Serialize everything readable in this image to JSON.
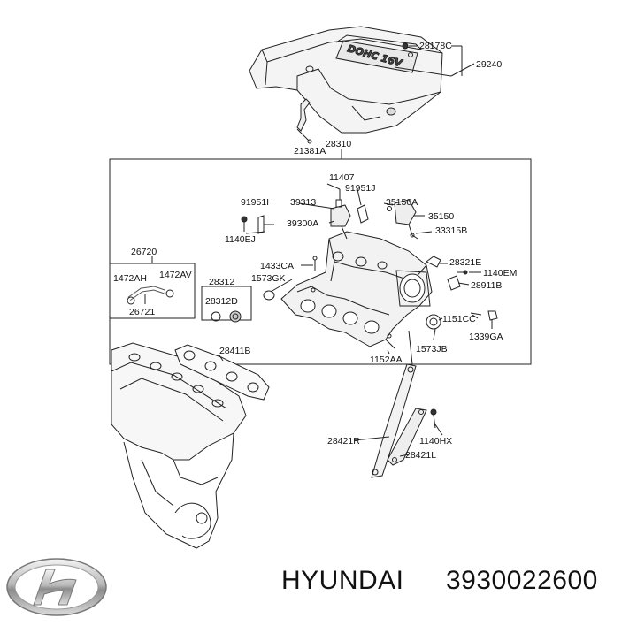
{
  "diagram": {
    "cover_text": "DOHC 16V",
    "labels": {
      "p28178C": "28178C",
      "p29240": "29240",
      "p21381A": "21381A",
      "p28310": "28310",
      "p11407": "11407",
      "p91951H": "91951H",
      "p39313": "39313",
      "p91951J": "91951J",
      "p35150A": "35150A",
      "p35150": "35150",
      "p39300A": "39300A",
      "p33315B": "33315B",
      "p1140EJ": "1140EJ",
      "p26720": "26720",
      "p1472AH": "1472AH",
      "p1472AV": "1472AV",
      "p26721": "26721",
      "p1433CA": "1433CA",
      "p1573GK": "1573GK",
      "p28312": "28312",
      "p28312D": "28312D",
      "p28321E": "28321E",
      "p1140EM": "1140EM",
      "p28911B": "28911B",
      "p1151CC": "1151CC",
      "p1339GA": "1339GA",
      "p1573JB": "1573JB",
      "p1152AA": "1152AA",
      "p28411B": "28411B",
      "p28421R": "28421R",
      "p1140HX": "1140HX",
      "p28421L": "28421L"
    }
  },
  "caption": {
    "brand": "HYUNDAI",
    "part_number": "3930022600",
    "logo_icon": "hyundai-logo-icon"
  }
}
